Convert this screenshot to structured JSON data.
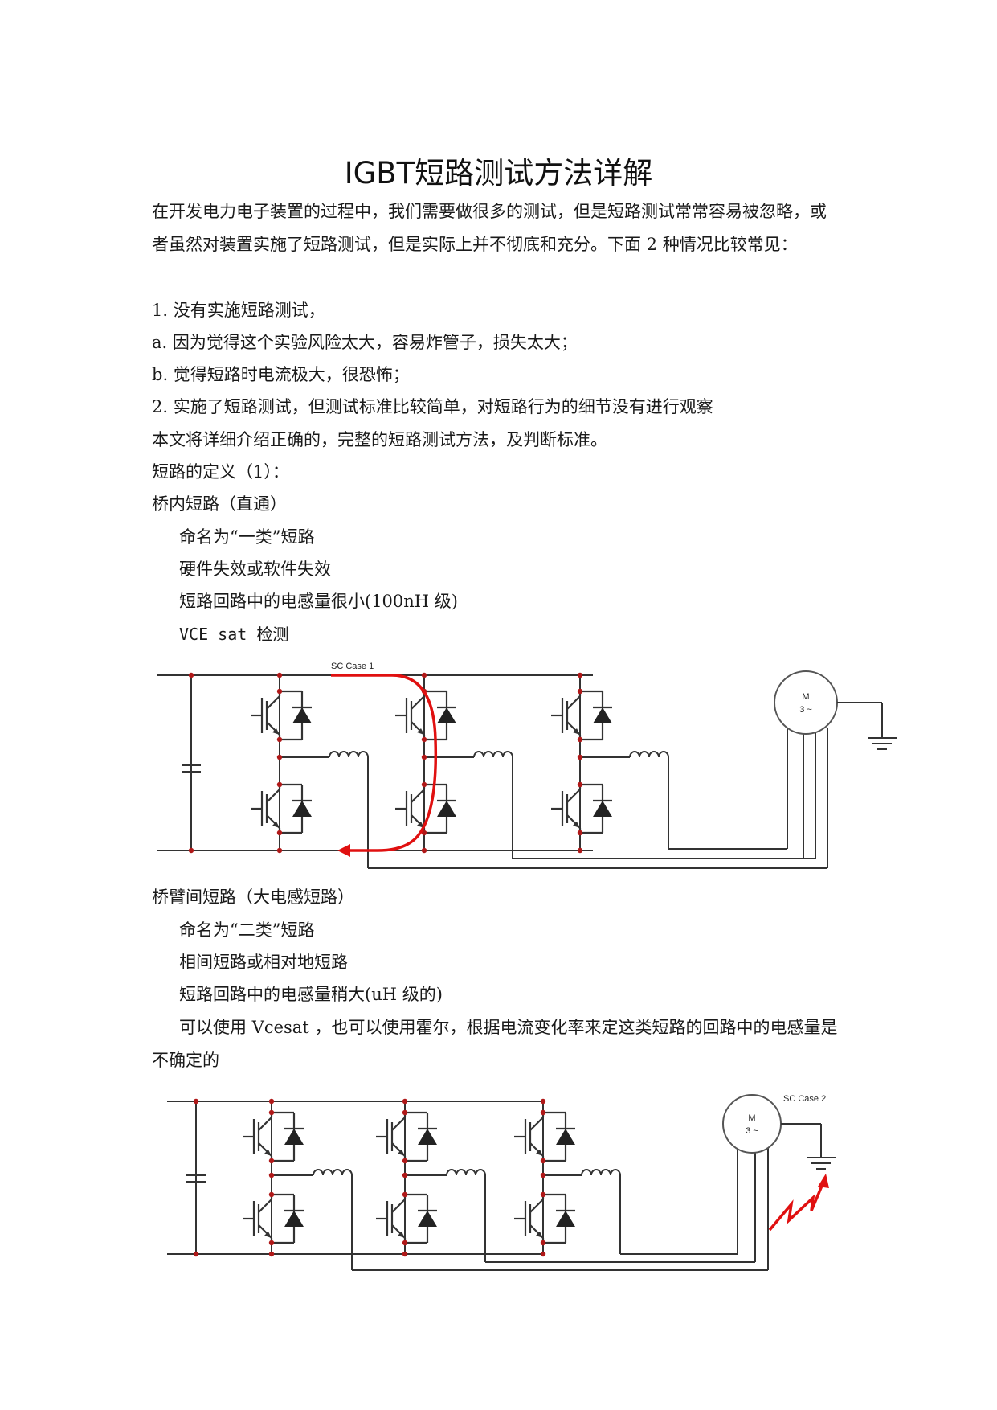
{
  "title": "IGBT短路测试方法详解",
  "intro": "在开发电力电子装置的过程中，我们需要做很多的测试，但是短路测试常常容易被忽略，或者虽然对装置实施了短路测试，但是实际上并不彻底和充分。下面 2 种情况比较常见：",
  "items": [
    "1.  没有实施短路测试，",
    "a.  因为觉得这个实验风险太大，容易炸管子，损失太大；",
    "b.  觉得短路时电流极大，很恐怖；",
    "2.  实施了短路测试，但测试标准比较简单，对短路行为的细节没有进行观察"
  ],
  "summary": "本文将详细介绍正确的，完整的短路测试方法，及判断标准。",
  "definition_heading": "短路的定义（1）：",
  "case1": {
    "heading": "桥内短路（直通）",
    "lines": [
      "命名为“一类”短路",
      "硬件失效或软件失效",
      "短路回路中的电感量很小(100nH 级)",
      "VCE  sat  检测"
    ],
    "diagram_label": "SC Case 1",
    "motor_label_1": "M",
    "motor_label_2": "3 ~"
  },
  "case2": {
    "heading": "桥臂间短路（大电感短路）",
    "lines": [
      "命名为“二类”短路",
      "相间短路或相对地短路",
      "短路回路中的电感量稍大(uH 级的)"
    ],
    "paragraph": "可以使用 Vcesat ，也可以使用霍尔，根据电流变化率来定这类短路的回路中的电感量是不确定的",
    "diagram_label": "SC Case 2",
    "motor_label_1": "M",
    "motor_label_2": "3 ~"
  },
  "colors": {
    "short_path": "#e01010",
    "node": "#b01818",
    "wire": "#333333"
  }
}
